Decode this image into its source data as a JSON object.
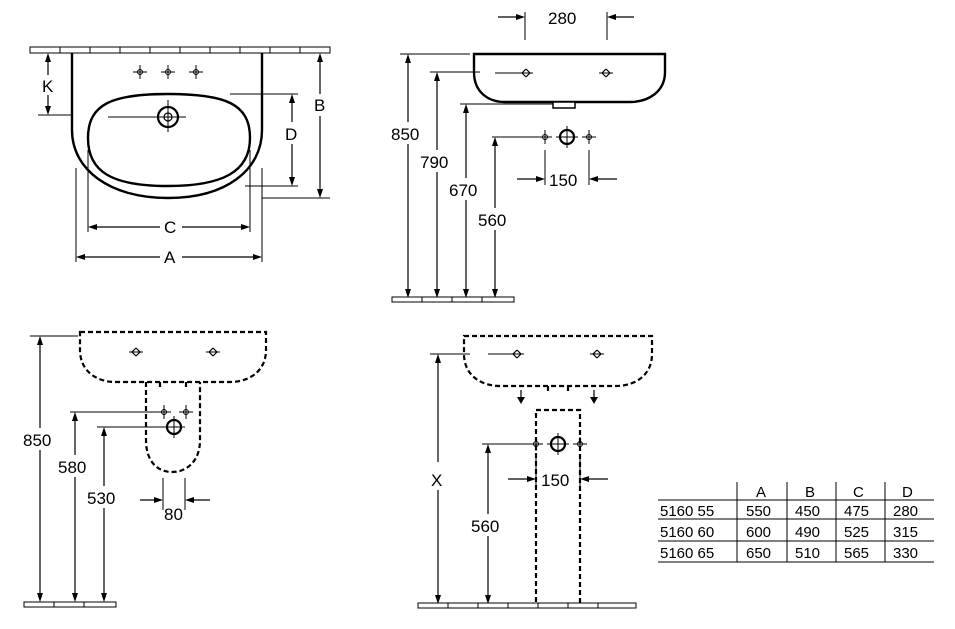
{
  "top_left_view": {
    "labels": {
      "k": "K",
      "b": "B",
      "d": "D",
      "c": "C",
      "a": "A"
    }
  },
  "top_right_view": {
    "labels": {
      "w280": "280",
      "h850": "850",
      "h790": "790",
      "h670": "670",
      "h560": "560",
      "w150": "150"
    }
  },
  "bottom_left_view": {
    "labels": {
      "h850": "850",
      "h580": "580",
      "h530": "530",
      "w80": "80"
    }
  },
  "bottom_right_view": {
    "labels": {
      "x": "X",
      "h560": "560",
      "w150": "150"
    }
  },
  "dimension_table": {
    "headers": [
      "",
      "A",
      "B",
      "C",
      "D"
    ],
    "rows": [
      [
        "5160 55",
        "550",
        "450",
        "475",
        "280"
      ],
      [
        "5160 60",
        "600",
        "490",
        "525",
        "315"
      ],
      [
        "5160 65",
        "650",
        "510",
        "565",
        "330"
      ]
    ]
  },
  "colors": {
    "line": "#000000",
    "background": "#ffffff"
  }
}
